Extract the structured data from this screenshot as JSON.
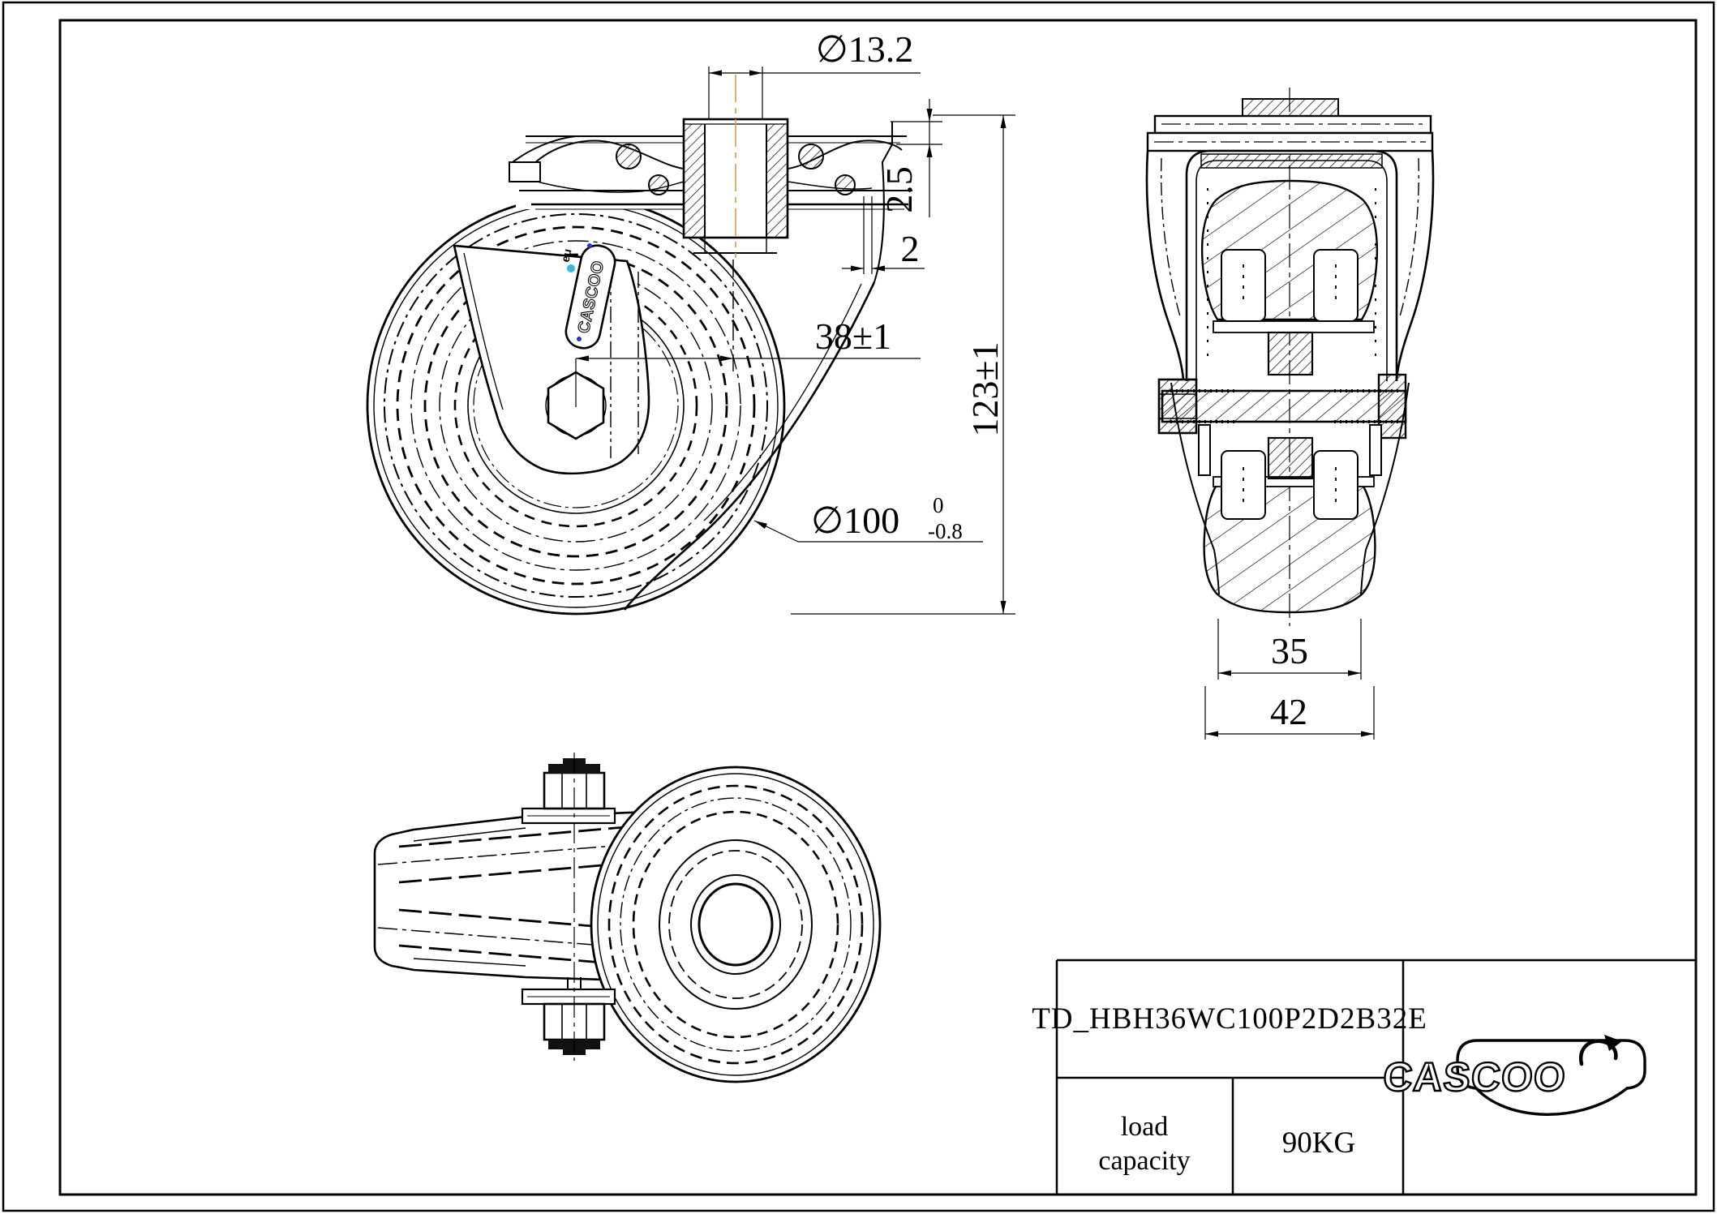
{
  "title_block": {
    "part_number": "TD_HBH36WC100P2D2B32E",
    "load_capacity_label_line1": "load",
    "load_capacity_label_line2": "capacity",
    "load_capacity_value": "90KG"
  },
  "brand": {
    "name": "CASCOO",
    "eu_mark": "eu"
  },
  "dimensions": {
    "bolt_hole_diameter": "∅13.2",
    "plate_edge_thickness": "2.5",
    "flange_offset": "2",
    "swivel_offset": "38±1",
    "total_height": "123±1",
    "wheel_diameter": "∅100",
    "wheel_diameter_tol_upper": "0",
    "wheel_diameter_tol_lower": "-0.8",
    "tread_width": "35",
    "hub_width": "42"
  },
  "colors": {
    "line": "#000000",
    "background": "#ffffff",
    "centerline_accent": "#d99c4f",
    "logo_dot_cyan": "#38b8d8",
    "logo_dot_blue": "#2637c8"
  }
}
